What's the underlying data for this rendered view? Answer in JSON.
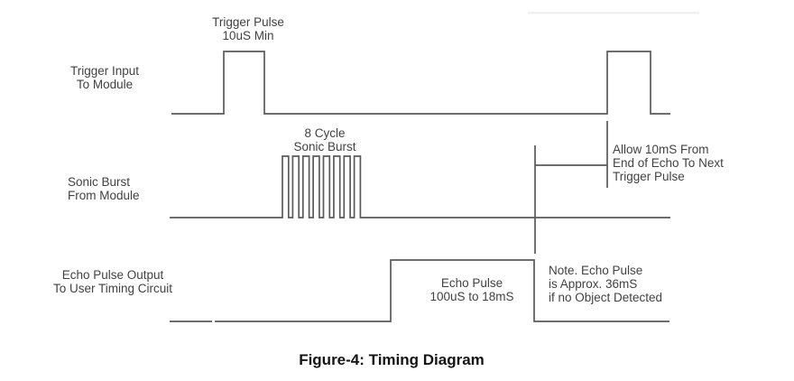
{
  "caption": "Figure-4: Timing Diagram",
  "signals": [
    {
      "id": "trigger",
      "label": [
        "Trigger Input",
        "To Module"
      ],
      "annotation": [
        "Trigger Pulse",
        "10uS Min"
      ]
    },
    {
      "id": "sonic",
      "label": [
        "Sonic Burst",
        "From Module"
      ],
      "annotation": [
        "8 Cycle",
        "Sonic Burst"
      ],
      "cycles": 8
    },
    {
      "id": "echo",
      "label": [
        "Echo Pulse Output",
        "To User Timing Circuit"
      ],
      "annotation": [
        "Echo Pulse",
        "100uS to 18mS"
      ]
    }
  ],
  "notes": {
    "allow": [
      "Allow 10mS From",
      "End of Echo To Next",
      "Trigger Pulse"
    ],
    "echo": [
      "Note. Echo Pulse",
      "is Approx. 36mS",
      "if no Object Detected"
    ]
  },
  "colors": {
    "background": "#ffffff",
    "line": "#5a5a5a",
    "text": "#424242",
    "caption": "#141414",
    "artifact": "#f0f0f0"
  }
}
